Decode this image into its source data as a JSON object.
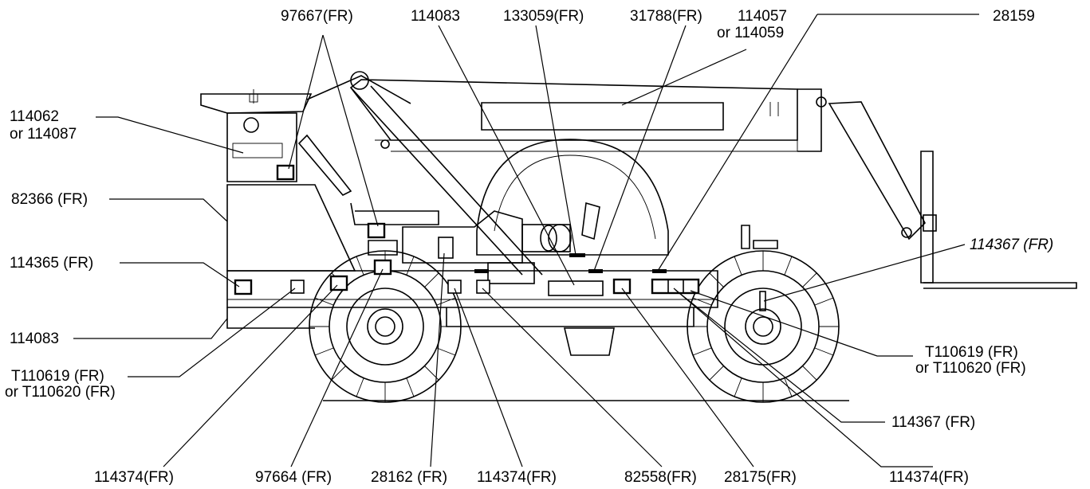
{
  "labels": {
    "l_97667": "97667(FR)",
    "l_114083_top": "114083",
    "l_133059": "133059(FR)",
    "l_31788": "31788(FR)",
    "l_114057_a": "114057",
    "l_114057_b": "or 114059",
    "l_28159": "28159",
    "l_114062_a": "114062",
    "l_114062_b": "or 114087",
    "l_82366": "82366 (FR)",
    "l_114365": "114365 (FR)",
    "l_114367_top": "114367 (FR)",
    "l_114083_left": "114083",
    "l_t110619_left_a": "T110619 (FR)",
    "l_t110619_left_b": "or T110620 (FR)",
    "l_t110619_right_a": "T110619 (FR)",
    "l_t110619_right_b": "or T110620 (FR)",
    "l_114367_right": "114367 (FR)",
    "l_114374_a": "114374(FR)",
    "l_97664": "97664 (FR)",
    "l_28162": "28162 (FR)",
    "l_114374_b": "114374(FR)",
    "l_82558": "82558(FR)",
    "l_28175": "28175(FR)",
    "l_114374_c": "114374(FR)"
  }
}
